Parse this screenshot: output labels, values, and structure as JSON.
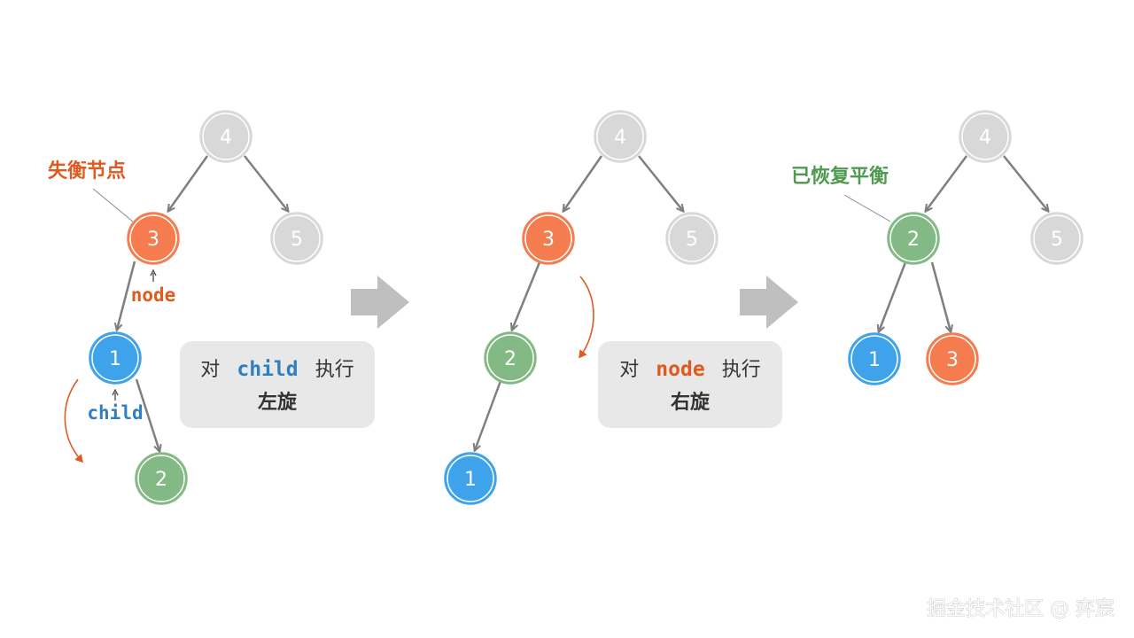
{
  "colors": {
    "gray_fill": "#d8d8d8",
    "orange_fill": "#f47c4f",
    "blue_fill": "#3fa3ec",
    "green_fill": "#83b984",
    "edge": "#7f7f7f",
    "arrow_big": "#bfbfbf",
    "box_bg": "#e8e8e8",
    "red_label": "#e05a1f",
    "blue_label": "#2f7fc1",
    "green_label": "#4f9a4f"
  },
  "panel1": {
    "nodes": [
      "4",
      "3",
      "5",
      "1",
      "2"
    ],
    "title": "失衡节点",
    "node_ptr": "node",
    "child_ptr": "child"
  },
  "box1": {
    "prefix": "对",
    "code": "child",
    "suffix": "执行",
    "action": "左旋"
  },
  "panel2": {
    "nodes": [
      "4",
      "3",
      "5",
      "2",
      "1"
    ]
  },
  "box2": {
    "prefix": "对",
    "code": "node",
    "suffix": "执行",
    "action": "右旋"
  },
  "panel3": {
    "nodes": [
      "4",
      "2",
      "5",
      "1",
      "3"
    ],
    "title": "已恢复平衡"
  },
  "watermark": "掘金技术社区 @ 弈宸"
}
